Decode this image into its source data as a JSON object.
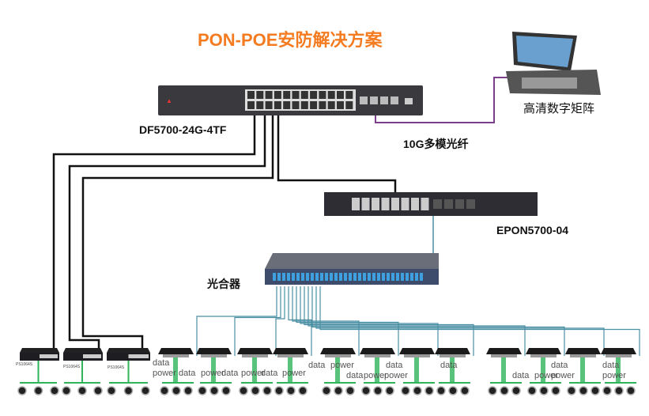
{
  "title": "PON-POE安防解决方案",
  "devices": {
    "core_switch": "DF5700-24G-4TF",
    "matrix": "高清数字矩阵",
    "fiber": "10G多模光纤",
    "olt": "EPON5700-04",
    "splitter": "光合器",
    "access_switch_model": "PS1064S"
  },
  "link_labels": {
    "data": "data",
    "power": "power"
  },
  "colors": {
    "title": "#f47b20",
    "fiber": "#7b3f8c",
    "pon": "#4a8fa3",
    "poe": "#2fb45a",
    "copper": "#111111"
  }
}
